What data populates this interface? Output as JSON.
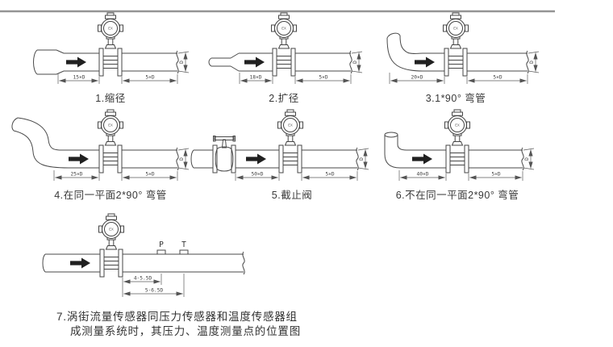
{
  "figure": {
    "diagrams": [
      {
        "caption": "1.缩径",
        "upstream_dim": "15×D",
        "downstream_dim": "5×D",
        "diameter_dim": "D",
        "sensor_mark": "EX"
      },
      {
        "caption": "2.扩径",
        "upstream_dim": "18×D",
        "downstream_dim": "5×D",
        "diameter_dim": "D",
        "sensor_mark": "EX"
      },
      {
        "caption": "3.1*90° 弯管",
        "upstream_dim": "20×D",
        "downstream_dim": "5×D",
        "diameter_dim": "D",
        "sensor_mark": "EX"
      },
      {
        "caption": "4.在同一平面2*90° 弯管",
        "upstream_dim": "25×D",
        "downstream_dim": "5×D",
        "diameter_dim": "D",
        "sensor_mark": "EX"
      },
      {
        "caption": "5.截止阀",
        "upstream_dim": "50×D",
        "downstream_dim": "5×D",
        "diameter_dim": "D",
        "sensor_mark": "EX"
      },
      {
        "caption": "6.不在同一平面2*90° 弯管",
        "upstream_dim": "40×D",
        "downstream_dim": "5×D",
        "diameter_dim": "D",
        "sensor_mark": "EX"
      },
      {
        "caption_line1": "7.涡街流量传感器同压力传感器和温度传感器组",
        "caption_line2": "成测量系统时，其压力、温度测量点的位置图",
        "pressure_point_label": "P",
        "temperature_point_label": "T",
        "pressure_distance_dim": "4-5.5D",
        "temperature_distance_dim": "5-6.5D",
        "sensor_mark": "EX"
      }
    ]
  }
}
